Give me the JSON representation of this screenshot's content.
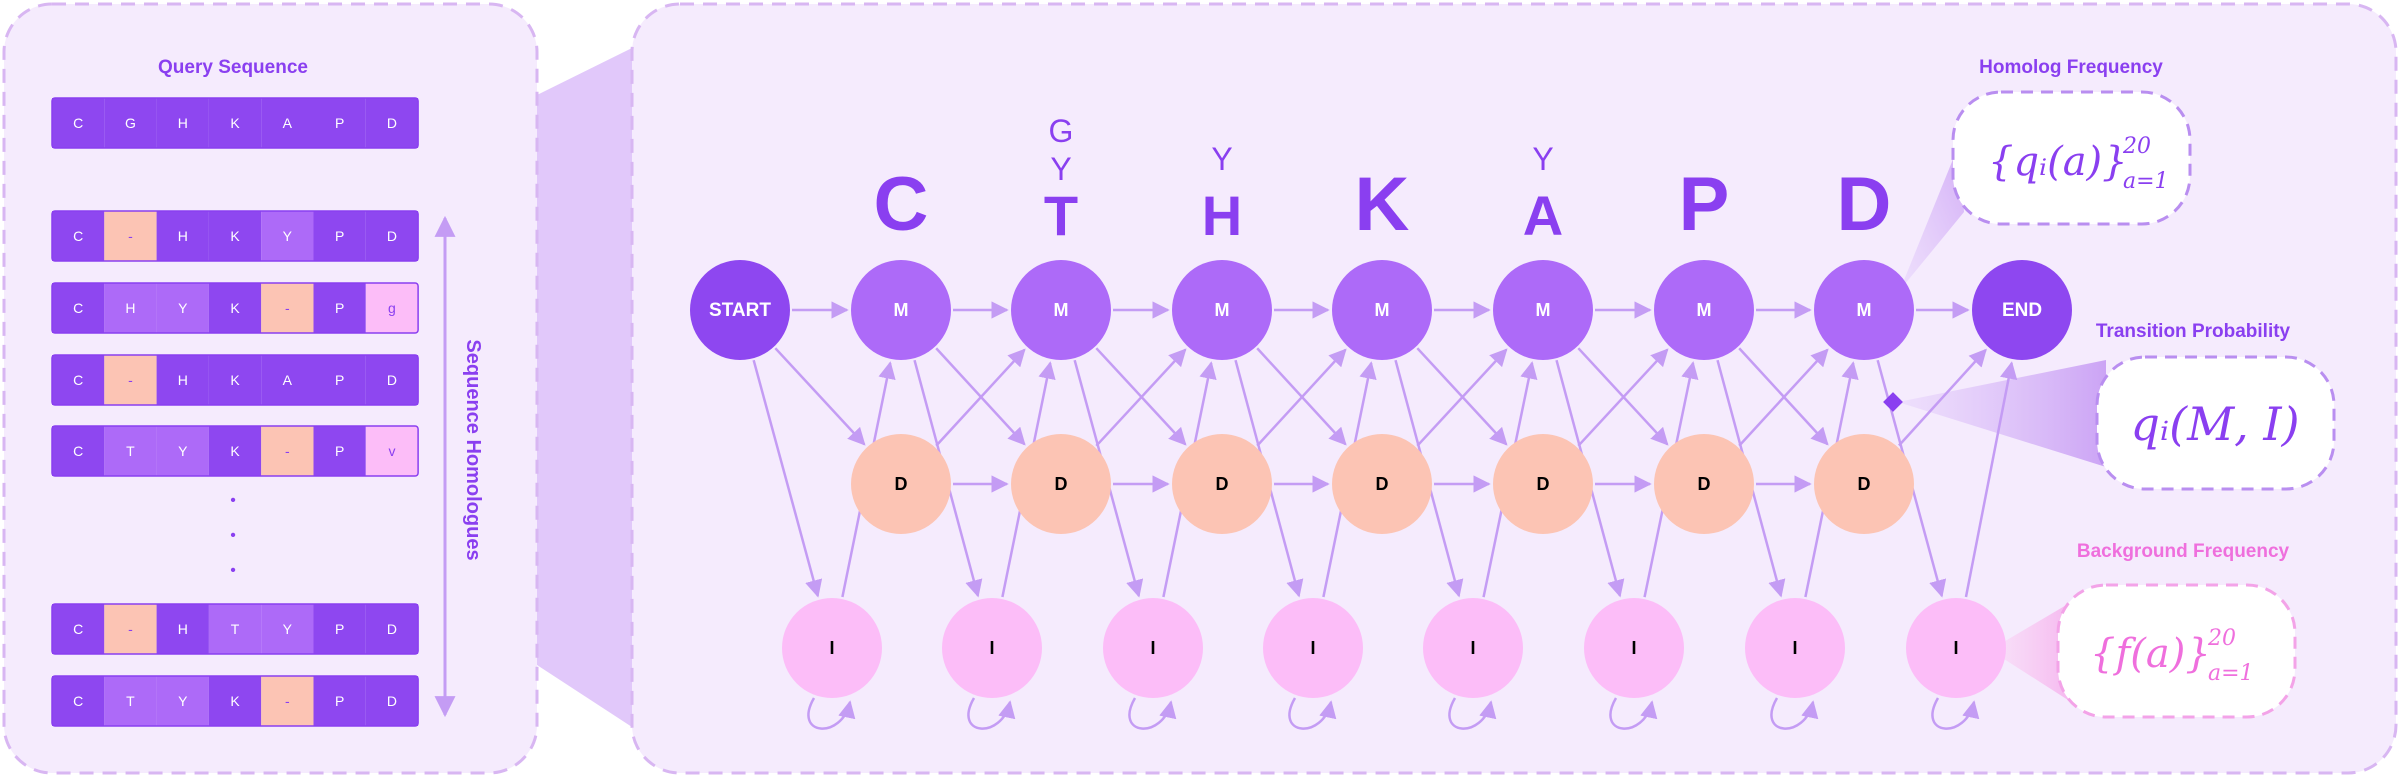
{
  "left_panel": {
    "query_title": "Query Sequence",
    "homologues_label": "Sequence Homologues",
    "query": [
      "C",
      "G",
      "H",
      "K",
      "A",
      "P",
      "D"
    ],
    "homologues_top": [
      [
        "C",
        "-",
        "H",
        "K",
        "Y",
        "P",
        "D"
      ],
      [
        "C",
        "H",
        "Y",
        "K",
        "-",
        "P",
        "g"
      ],
      [
        "C",
        "-",
        "H",
        "K",
        "A",
        "P",
        "D"
      ],
      [
        "C",
        "T",
        "Y",
        "K",
        "-",
        "P",
        "v"
      ]
    ],
    "ellipsis": [
      "•",
      "•",
      "•"
    ],
    "homologues_bottom": [
      [
        "C",
        "-",
        "H",
        "T",
        "Y",
        "P",
        "D"
      ],
      [
        "C",
        "T",
        "Y",
        "K",
        "-",
        "P",
        "D"
      ]
    ]
  },
  "hmm": {
    "start_label": "START",
    "end_label": "END",
    "match_label": "M",
    "delete_label": "D",
    "insert_label": "I",
    "columns": [
      {
        "main": "C",
        "alts": []
      },
      {
        "main": "T",
        "alts": [
          "Y",
          "G"
        ]
      },
      {
        "main": "H",
        "alts": [
          "Y"
        ]
      },
      {
        "main": "K",
        "alts": []
      },
      {
        "main": "A",
        "alts": [
          "Y"
        ]
      },
      {
        "main": "P",
        "alts": []
      },
      {
        "main": "D",
        "alts": []
      }
    ]
  },
  "annotations": {
    "homolog": {
      "title": "Homolog Frequency",
      "formula": "{qᵢ(a)}",
      "sup": "20",
      "sub": "a=1"
    },
    "transition": {
      "title": "Transition Probability",
      "formula": "qᵢ(M, I)"
    },
    "background": {
      "title": "Background Frequency",
      "formula": "{f(a)}",
      "sup": "20",
      "sub": "a=1"
    }
  },
  "colors": {
    "primary": "#8a3ff0",
    "match": "#ad6af8",
    "start": "#8e47f0",
    "delete": "#fcc4b4",
    "insert": "#fcbdf8",
    "arrow": "#c49cf4",
    "panel_bg": "#f5ebfd",
    "panel_border": "#d8b6f2",
    "pink": "#ef6fdd"
  }
}
